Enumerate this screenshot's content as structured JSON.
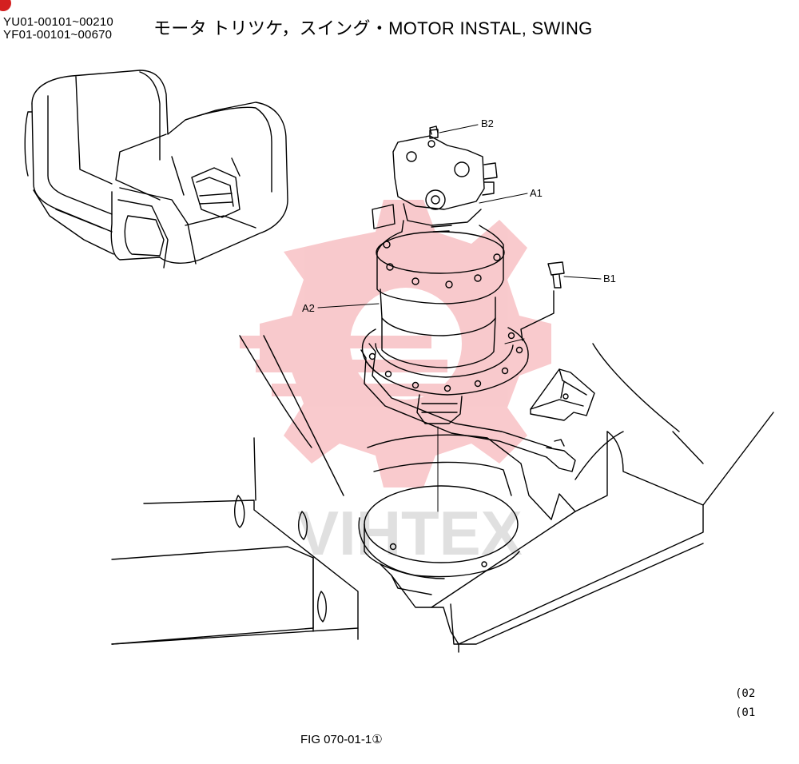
{
  "header": {
    "serial_line_1": "YU01-00101~00210",
    "serial_line_2": "YF01-00101~00670",
    "title": "モータ トリツケ，スイング・MOTOR INSTAL, SWING"
  },
  "callouts": {
    "b2": "B2",
    "a1": "A1",
    "b1": "B1",
    "a2": "A2"
  },
  "watermark": {
    "text": "VIHTEX",
    "color": "#e8404a"
  },
  "side_codes": {
    "code_1": "(02",
    "code_2": "(01"
  },
  "footer": {
    "figure_label": "FIG 070-01-1①"
  }
}
